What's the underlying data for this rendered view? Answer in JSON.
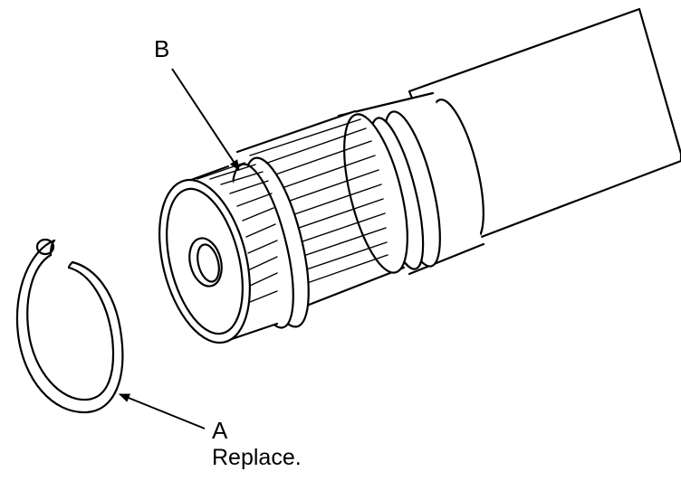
{
  "labels": {
    "a": "A",
    "a_note": "Replace.",
    "b": "B"
  },
  "parts": {
    "a": "snap-ring",
    "b": "spline-groove"
  },
  "colors": {
    "line": "#000000",
    "fill": "#ffffff"
  }
}
